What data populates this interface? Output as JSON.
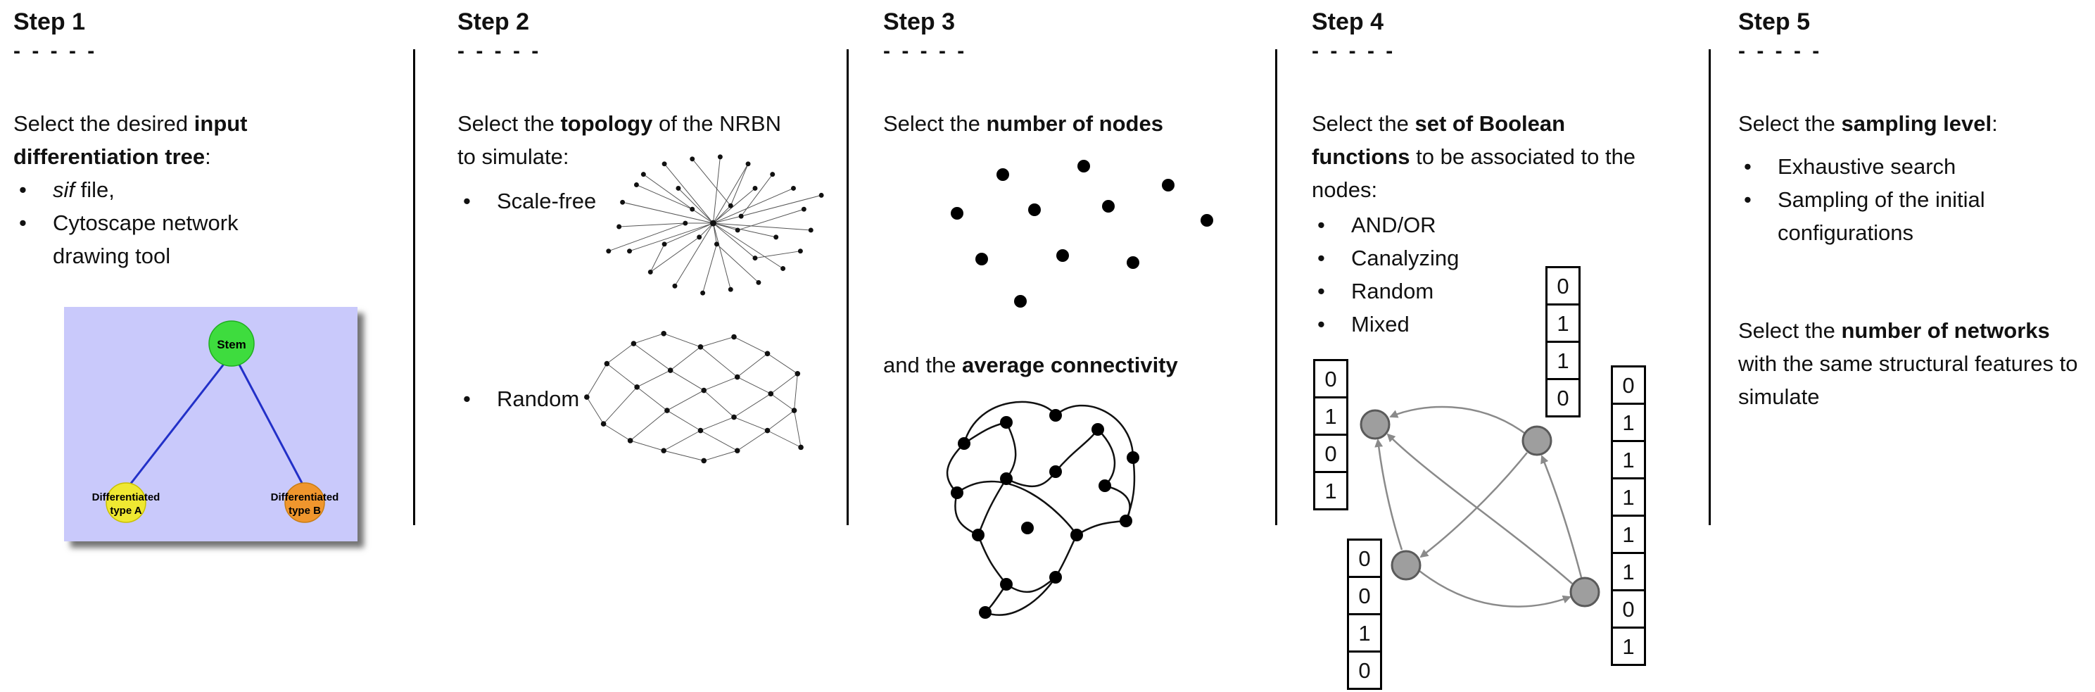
{
  "steps": {
    "step1": {
      "title": "Step 1",
      "dashes": "- - - - -",
      "intro": {
        "pre": "Select the desired ",
        "bold": "input differentiation tree",
        "post": ":"
      },
      "bullet1": {
        "italic": "sif",
        "rest": " file,"
      },
      "bullet2": "Cytoscape network drawing tool",
      "tree": {
        "stem_label": "Stem",
        "type_a_line1": "Differentiated",
        "type_a_line2": "type A",
        "type_b_line1": "Differentiated",
        "type_b_line2": "type B"
      }
    },
    "step2": {
      "title": "Step 2",
      "dashes": "- - - - -",
      "intro": {
        "pre": "Select the ",
        "bold": "topology",
        "post": " of the NRBN to simulate:"
      },
      "bullet1": "Scale-free",
      "bullet2": "Random"
    },
    "step3": {
      "title": "Step 3",
      "dashes": "- - - - -",
      "line1": {
        "pre": "Select the ",
        "bold": "number of nodes"
      },
      "line2": {
        "pre": "and the ",
        "bold": "average connectivity"
      }
    },
    "step4": {
      "title": "Step 4",
      "dashes": "- - - - -",
      "intro": {
        "pre": "Select the ",
        "bold": "set of Boolean functions",
        "post": " to be associated to the nodes:"
      },
      "bullets": [
        "AND/OR",
        "Canalyzing",
        "Random",
        "Mixed"
      ],
      "truth_tables": {
        "left": [
          "0",
          "1",
          "0",
          "1"
        ],
        "top": [
          "0",
          "1",
          "1",
          "0"
        ],
        "right": [
          "0",
          "1",
          "1",
          "1",
          "1",
          "1",
          "0",
          "1"
        ],
        "bottom_left": [
          "0",
          "0",
          "1",
          "0"
        ]
      }
    },
    "step5": {
      "title": "Step 5",
      "dashes": "- - - - -",
      "intro": {
        "pre": "Select the ",
        "bold": "sampling level",
        "post": ":"
      },
      "bullet1": "Exhaustive search",
      "bullet2": "Sampling of the initial configurations",
      "para2": {
        "pre": "Select the ",
        "bold": "number of networks",
        "post": " with the same structural features to simulate"
      }
    }
  },
  "colors": {
    "stem_fill": "#3edc3e",
    "type_a_fill": "#efe832",
    "type_b_fill": "#f0962d",
    "tree_background": "#c9c9fb",
    "tree_edge": "#2230c8",
    "boolean_node_fill": "#9e9e9e",
    "arrow_gray": "#8a8a8a"
  }
}
